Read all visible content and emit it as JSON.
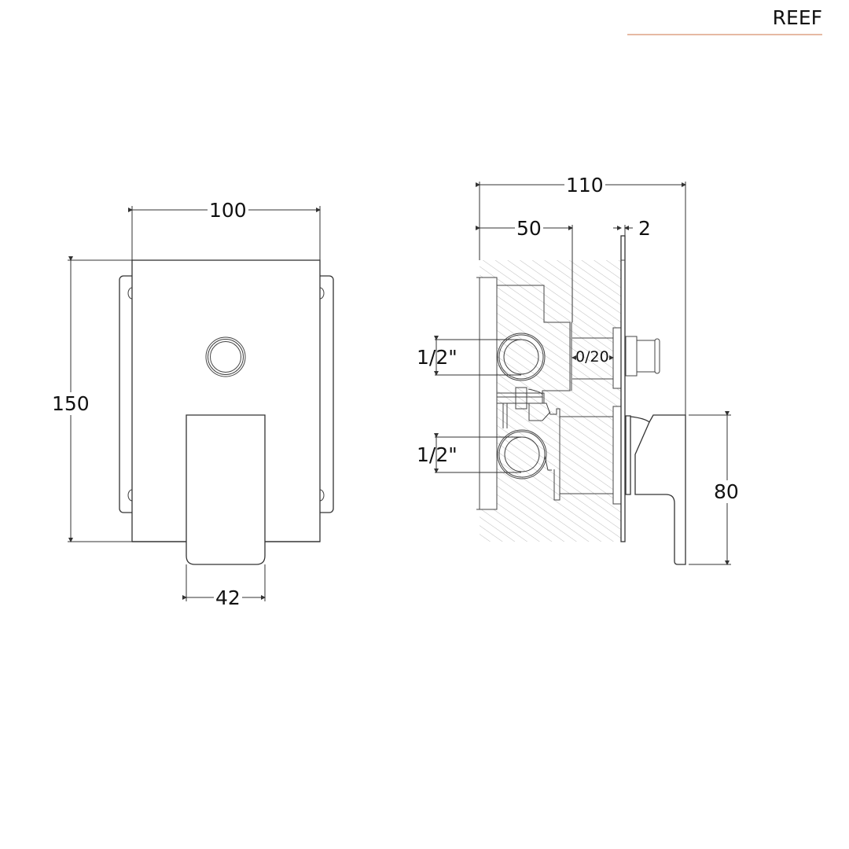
{
  "header": {
    "brand": "REEF",
    "accent_rule_color": "#e6b9a3"
  },
  "front_view": {
    "dimensions": {
      "width": "100",
      "height": "150",
      "handle_width": "42"
    }
  },
  "side_view": {
    "dimensions": {
      "total_depth": "110",
      "body_depth": "50",
      "plate_thickness": "2",
      "inlet_top": "1/2\"",
      "inlet_bottom": "1/2\"",
      "adjustment_range": "0/20",
      "handle_height": "80"
    }
  }
}
